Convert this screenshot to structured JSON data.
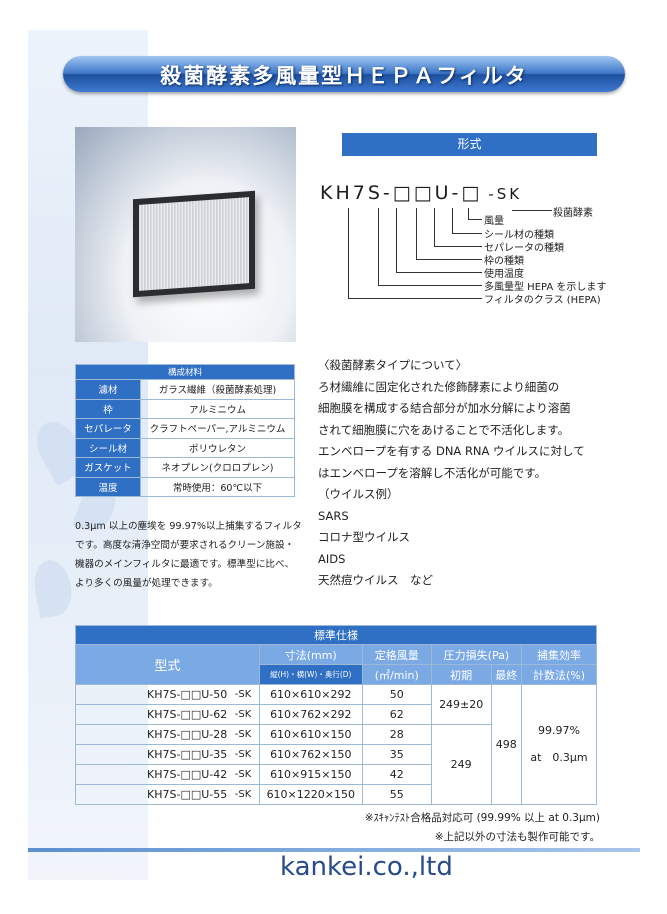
{
  "title": "殺菌酵素多風量型ＨＥＰＡフィルタ",
  "form_section": {
    "label": "形式",
    "code": "KH7S-□□U-□",
    "code_suffix": "-SK",
    "suffix_label": "殺菌酵素",
    "legend": [
      "風量",
      "シール材の種類",
      "セパレータの種類",
      "枠の種類",
      "使用温度",
      "多風量型 HEPA を示します",
      "フィルタのクラス (HEPA)"
    ]
  },
  "materials": {
    "title": "構成材料",
    "rows": [
      {
        "label": "濾材",
        "value": "ガラス繊維（殺菌酵素処理)"
      },
      {
        "label": "枠",
        "value": "アルミニウム"
      },
      {
        "label": "セパレータ",
        "value": "クラフトペーパー,アルミニウム"
      },
      {
        "label": "シール材",
        "value": "ポリウレタン"
      },
      {
        "label": "ガスケット",
        "value": "ネオプレン(クロロプレン)"
      },
      {
        "label": "温度",
        "value": "常時使用：60℃以下"
      }
    ]
  },
  "description": "0.3μm 以上の塵埃を 99.97%以上捕集するフィルタです。高度な清浄空間が要求されるクリーン施設・機器のメインフィルタに最適です。標準型に比べ、より多くの風量が処理できます。",
  "about": {
    "heading": "〈殺菌酵素タイプについて〉",
    "lines": [
      "ろ材繊維に固定化された修飾酵素により細菌の",
      "細胞膜を構成する結合部分が加水分解により溶菌",
      "されて細胞膜に穴をあけることで不活化します。",
      "エンベロープを有する DNA RNA ウイルスに対して",
      "はエンベロープを溶解し不活化が可能です。",
      "（ウイルス例）",
      "SARS",
      "コロナ型ウイルス",
      "AIDS",
      "天然痘ウイルス　など"
    ]
  },
  "spec": {
    "title": "標準仕様",
    "headers": {
      "model": "型式",
      "size": "寸法(mm)",
      "size_sub": "縦(H)・横(W)・奥行(D)",
      "airflow": "定格風量",
      "airflow_unit": "(㎥/min)",
      "pressure": "圧力損失(Pa)",
      "initial": "初期",
      "final": "最終",
      "efficiency": "捕集効率",
      "efficiency_sub": "計数法(%)"
    },
    "rows": [
      {
        "model": "KH7S-□□U-50",
        "sk": "-SK",
        "size": "610×610×292",
        "airflow": "50"
      },
      {
        "model": "KH7S-□□U-62",
        "sk": "-SK",
        "size": "610×762×292",
        "airflow": "62"
      },
      {
        "model": "KH7S-□□U-28",
        "sk": "-SK",
        "size": "610×610×150",
        "airflow": "28"
      },
      {
        "model": "KH7S-□□U-35",
        "sk": "-SK",
        "size": "610×762×150",
        "airflow": "35"
      },
      {
        "model": "KH7S-□□U-42",
        "sk": "-SK",
        "size": "610×915×150",
        "airflow": "42"
      },
      {
        "model": "KH7S-□□U-55",
        "sk": "-SK",
        "size": "610×1220×150",
        "airflow": "55"
      }
    ],
    "initial_a": "249±20",
    "initial_b": "249",
    "final": "498",
    "eff_value": "99.97%",
    "eff_at": "at　0.3μm"
  },
  "notes": [
    "※ｽｷｬﾝﾃｽﾄ合格品対応可 (99.99% 以上 at 0.3μm)",
    "※上記以外の寸法も製作可能です。"
  ],
  "company": "kankei.co.,ltd"
}
